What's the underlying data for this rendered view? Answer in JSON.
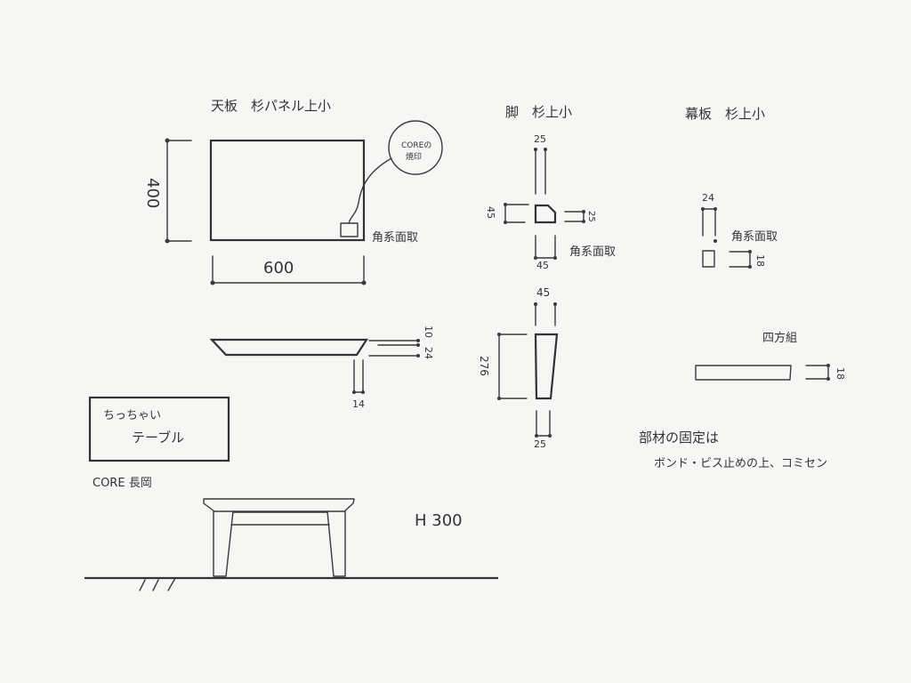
{
  "tabletop": {
    "title": "天板　杉パネル上小",
    "depth": "400",
    "width": "600",
    "brand_note_line1": "COREの",
    "brand_note_line2": "焼印",
    "chamfer": "角系面取",
    "thickness_top": "10",
    "thickness_total": "24",
    "edge_inset": "14"
  },
  "leg": {
    "title": "脚　杉上小",
    "top_width": "25",
    "section_depth": "45",
    "section_side": "25",
    "section_width": "45",
    "chamfer": "角系面取",
    "front_top": "45",
    "height": "276",
    "front_bottom": "25"
  },
  "apron": {
    "title": "幕板　杉上小",
    "width": "24",
    "chamfer": "角系面取",
    "height": "18",
    "joint": "四方組",
    "joint_height": "18"
  },
  "note": {
    "line1": "部材の固定は",
    "line2": "ボンド・ビス止めの上、コミセン"
  },
  "name_box": {
    "line1": "ちっちゃい",
    "line2": "テーブル"
  },
  "maker": "CORE 長岡",
  "overall_height": "H 300"
}
